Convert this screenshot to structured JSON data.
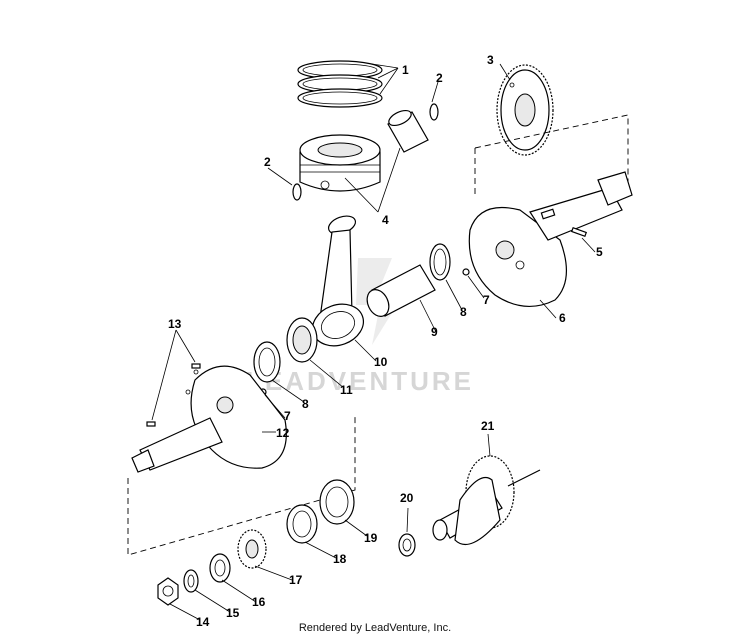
{
  "diagram": {
    "callouts": {
      "c1": "1",
      "c2a": "2",
      "c2b": "2",
      "c3": "3",
      "c4": "4",
      "c5": "5",
      "c6": "6",
      "c7a": "7",
      "c7b": "7",
      "c8a": "8",
      "c8b": "8",
      "c9": "9",
      "c10": "10",
      "c11": "11",
      "c12": "12",
      "c13": "13",
      "c14": "14",
      "c15": "15",
      "c16": "16",
      "c17": "17",
      "c18": "18",
      "c19": "19",
      "c20": "20",
      "c21": "21"
    },
    "watermark": "LEADVENTURE"
  },
  "footer": {
    "rendered_by": "Rendered by LeadVenture, Inc."
  }
}
